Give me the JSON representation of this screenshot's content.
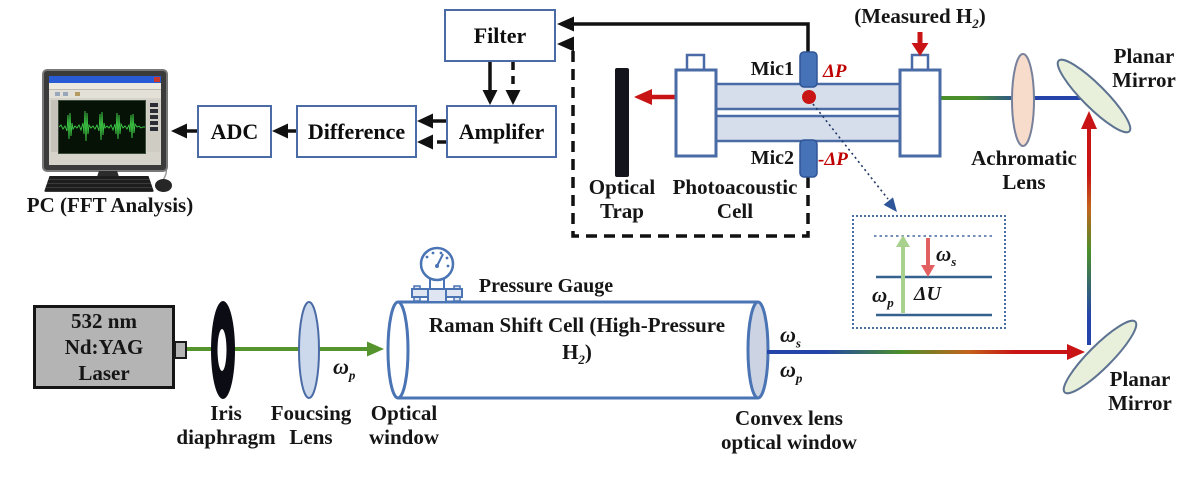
{
  "colors": {
    "box_border": "#4a6ba6",
    "signal_black": "#111111",
    "beam_red": "#c81414",
    "beam_green": "#55942c",
    "beam_blue": "#2444aa",
    "mic_blue": "#4673b8",
    "tube_fill": "#d6deeb",
    "mirror_fill": "#e8f0db",
    "achromatic_lens_fill": "#f7dccb",
    "focusing_lens_fill": "#ccd9ec",
    "laser_gray": "#b4b4b4",
    "label_red": "#c00000",
    "waveform_green": "#3ecb46"
  },
  "pc": {
    "label": "PC (FFT Analysis)"
  },
  "signal_chain": {
    "adc": "ADC",
    "difference": "Difference",
    "amplifier": "Amplifer",
    "filter": "Filter"
  },
  "photoacoustic": {
    "optical_trap": [
      "Optical",
      "Trap"
    ],
    "cell": [
      "Photoacoustic",
      "Cell"
    ],
    "mic1": "Mic1",
    "mic2": "Mic2",
    "delta_p": "ΔP",
    "minus_delta_p": "-ΔP",
    "measured_h2": {
      "pre": "(Measured H",
      "sub": "2",
      "post": ")"
    }
  },
  "optics": {
    "achromatic_lens": [
      "Achromatic",
      "Lens"
    ],
    "planar_mirror_top": [
      "Planar",
      "Mirror"
    ],
    "planar_mirror_bottom": [
      "Planar",
      "Mirror"
    ]
  },
  "energy_inset": {
    "omega_p": {
      "base": "ω",
      "sub": "p"
    },
    "omega_s": {
      "base": "ω",
      "sub": "s"
    },
    "delta_u": "ΔU"
  },
  "laser": {
    "lines": [
      "532 nm",
      "Nd:YAG",
      "Laser"
    ]
  },
  "pump_path": {
    "iris": [
      "Iris",
      "diaphragm"
    ],
    "focusing_lens": [
      "Foucsing",
      "Lens"
    ],
    "optical_window": [
      "Optical",
      "window"
    ],
    "omega_p": {
      "base": "ω",
      "sub": "p"
    }
  },
  "raman_cell": {
    "title": "Raman Shift Cell",
    "subtitle": {
      "pre": "(High-Pressure H",
      "sub": "2",
      "post": ")"
    },
    "pressure_gauge": "Pressure Gauge",
    "convex_window": [
      "Convex lens",
      "optical window"
    ],
    "out_omega_s": {
      "base": "ω",
      "sub": "s"
    },
    "out_omega_p": {
      "base": "ω",
      "sub": "p"
    }
  }
}
